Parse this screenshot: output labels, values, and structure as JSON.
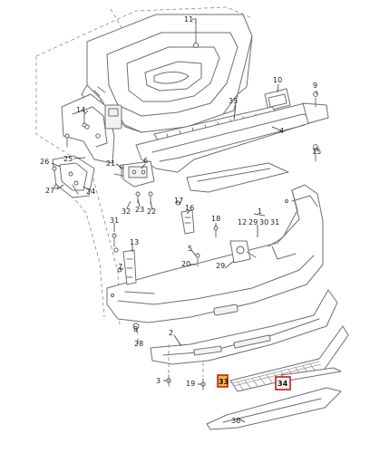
{
  "diagram": {
    "part_labels": {
      "p11": "11",
      "p14": "14",
      "p10": "10",
      "p9": "9",
      "p35": "35",
      "p4": "4",
      "p15": "15",
      "p25": "25",
      "p26": "26",
      "p21": "21",
      "p6": "6",
      "p27": "27",
      "p24": "24",
      "p23": "23",
      "p32": "32",
      "p22": "22",
      "p17": "17",
      "p16": "16",
      "p1": "1",
      "p12": "12",
      "p29a": "29",
      "p30": "30",
      "p31a": "31",
      "p31b": "31",
      "p18": "18",
      "p13": "13",
      "p5": "5",
      "p20": "20",
      "p29b": "29",
      "p7": "7",
      "p8": "8",
      "p2": "2",
      "p28": "28",
      "p3": "3",
      "p19": "19",
      "p36": "36"
    },
    "highlighted": {
      "h33": "33",
      "h34": "34"
    },
    "colors": {
      "highlight_border": "#d01818",
      "highlight_fill": "#f6b63a",
      "line": "#6f6f6f"
    }
  }
}
